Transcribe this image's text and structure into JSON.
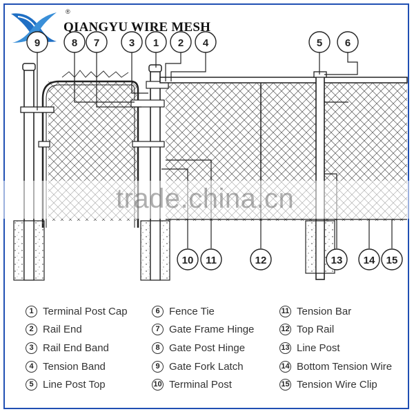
{
  "brand": {
    "name": "QIANGYU WIRE MESH",
    "registered": "®"
  },
  "watermark": "trade.china.cn",
  "callouts": {
    "top": [
      "9",
      "8",
      "7",
      "3",
      "1",
      "2",
      "4",
      "5",
      "6"
    ],
    "bottom": [
      "10",
      "11",
      "12",
      "13",
      "14",
      "15"
    ]
  },
  "legend": [
    {
      "num": "1",
      "label": "Terminal Post Cap"
    },
    {
      "num": "2",
      "label": "Rail End"
    },
    {
      "num": "3",
      "label": "Rail End Band"
    },
    {
      "num": "4",
      "label": "Tension Band"
    },
    {
      "num": "5",
      "label": "Line Post Top"
    },
    {
      "num": "6",
      "label": "Fence Tie"
    },
    {
      "num": "7",
      "label": "Gate Frame Hinge"
    },
    {
      "num": "8",
      "label": "Gate Post Hinge"
    },
    {
      "num": "9",
      "label": "Gate Fork Latch"
    },
    {
      "num": "10",
      "label": "Terminal Post"
    },
    {
      "num": "11",
      "label": "Tension Bar"
    },
    {
      "num": "12",
      "label": "Top Rail"
    },
    {
      "num": "13",
      "label": "Line Post"
    },
    {
      "num": "14",
      "label": "Bottom Tension Wire"
    },
    {
      "num": "15",
      "label": "Tension Wire Clip"
    }
  ],
  "colors": {
    "frame": "#1f4fb3",
    "logo_blue": "#1f6fc4",
    "line": "#222222",
    "mesh": "#555555"
  }
}
